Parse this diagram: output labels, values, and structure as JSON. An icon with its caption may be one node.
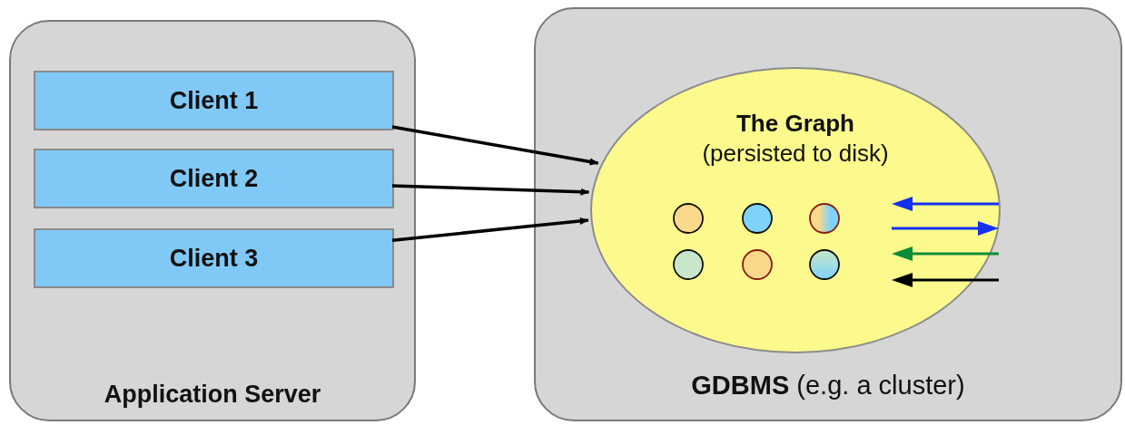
{
  "diagram": {
    "nodes": [
      {
        "text": [
          "Application Server"
        ]
      },
      {
        "text": [
          "Client 1"
        ],
        "in": 0
      },
      {
        "text": [
          "Client 2"
        ],
        "in": 0
      },
      {
        "text": [
          "Client 3"
        ],
        "in": 0
      },
      {
        "text": [
          "**GDBMS** (e.g. a cluster)"
        ]
      },
      {
        "text": [
          "The Graph",
          "(persisted to disk)"
        ],
        "in": 4
      }
    ],
    "edges": [
      {
        "from": 1,
        "to": 5,
        "arrow": "to"
      },
      {
        "from": 2,
        "to": 5,
        "arrow": "to"
      },
      {
        "from": 3,
        "to": 5,
        "arrow": "to"
      }
    ]
  }
}
